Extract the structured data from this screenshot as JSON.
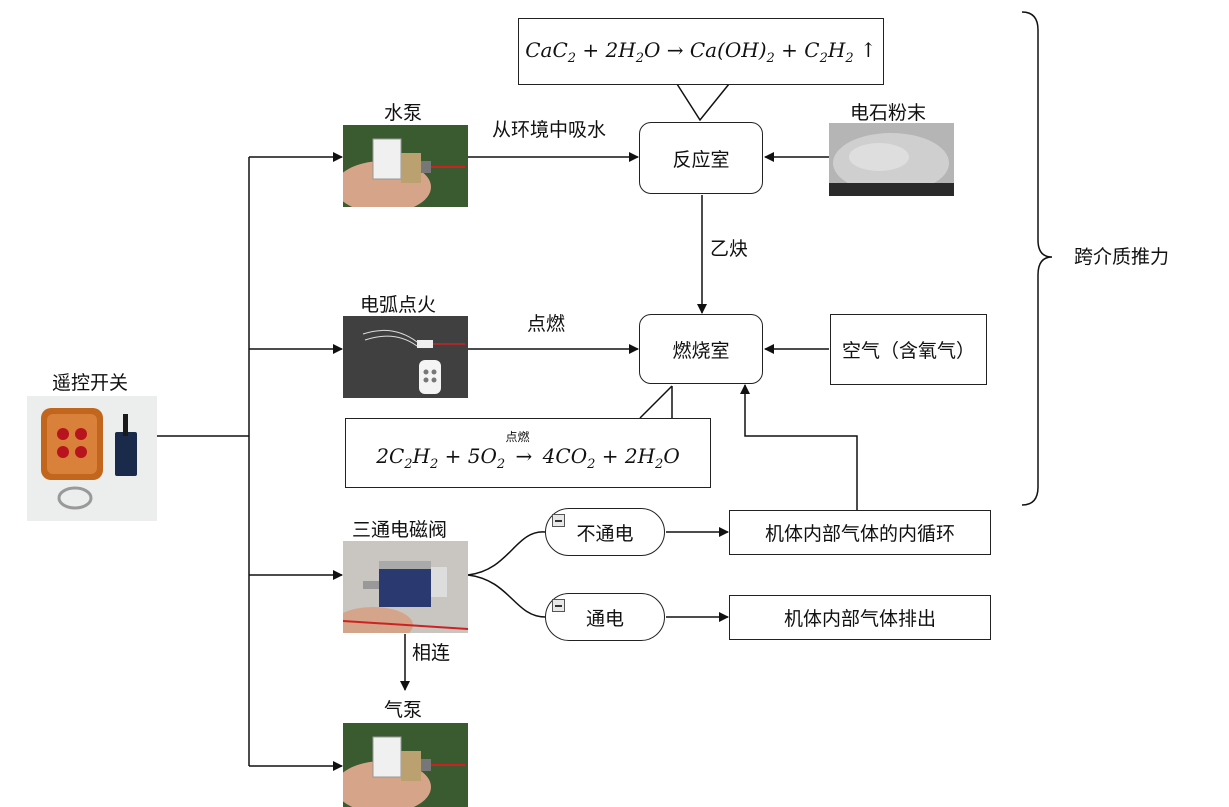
{
  "labels": {
    "remote_switch": "遥控开关",
    "water_pump": "水泵",
    "arc_ignition": "电弧点火",
    "three_way_valve": "三通电磁阀",
    "air_pump": "气泵",
    "carbide_powder": "电石粉末",
    "absorb_water": "从环境中吸水",
    "acetylene": "乙炔",
    "ignite": "点燃",
    "connected": "相连",
    "cross_medium": "跨介质推力"
  },
  "boxes": {
    "reaction_chamber": "反应室",
    "combustion_chamber": "燃烧室",
    "air": "空气（含氧气）",
    "not_powered": "不通电",
    "powered": "通电",
    "internal_circulation": "机体内部气体的内循环",
    "gas_exhaust": "机体内部气体排出"
  },
  "formulas": {
    "reaction": {
      "CaC": "CaC",
      "s2": "2",
      "plus1": " + 2H",
      "s3": "2",
      "O": "O → Ca(OH)",
      "s4": "2",
      "plus2": " + C",
      "s5": "2",
      "H": "H",
      "s6": "2",
      "arrow_up": " ↑"
    },
    "combustion": {
      "a": "2C",
      "b": "2",
      "c": "H",
      "d": "2",
      "e": " + 5O",
      "f": "2",
      "condition": "点燃",
      "g": "4CO",
      "h": "2",
      "i": " + 2H",
      "j": "2",
      "k": "O"
    }
  }
}
